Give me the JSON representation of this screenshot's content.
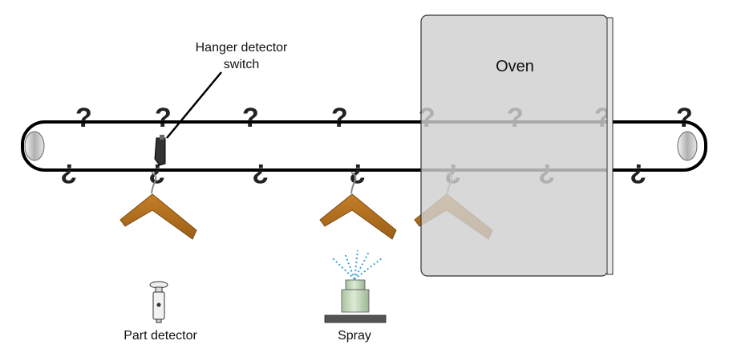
{
  "labels": {
    "hanger_detector_line1": "Hanger detector",
    "hanger_detector_line2": "switch",
    "oven": "Oven",
    "part_detector": "Part detector",
    "spray": "Spray"
  },
  "colors": {
    "conveyor_stroke": "#000000",
    "oven_fill": "#d6d6d6",
    "hanger_wood": "#b8741f",
    "spray_body": "#c9dcc0",
    "spray_base": "#555555",
    "spray_mist": "#3aa6d6",
    "hook": "#222222"
  },
  "elements": {
    "top_hooks": 8,
    "bottom_hooks": 7,
    "hangers": 3
  }
}
